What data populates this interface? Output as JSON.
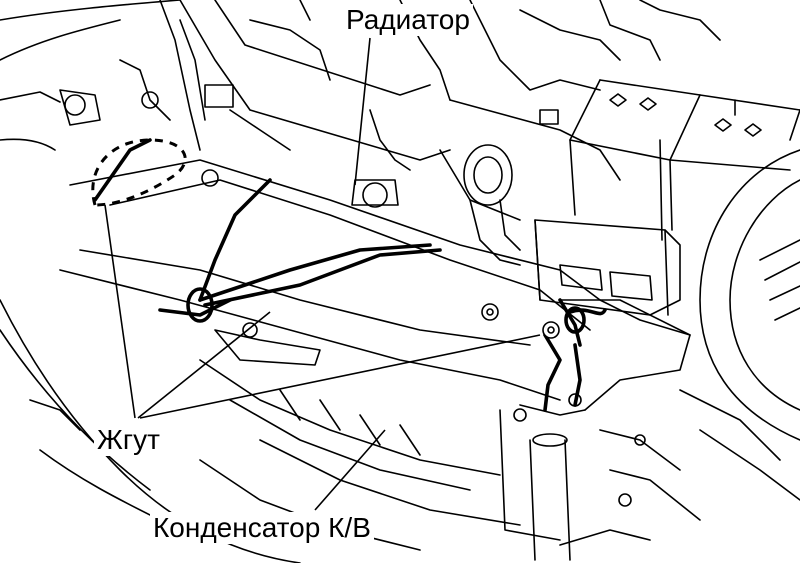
{
  "labels": {
    "radiator": "Радиатор",
    "harness": "Жгут",
    "condenser": "Конденсатор К/В"
  },
  "colors": {
    "ink": "#000000",
    "paper": "#ffffff"
  }
}
